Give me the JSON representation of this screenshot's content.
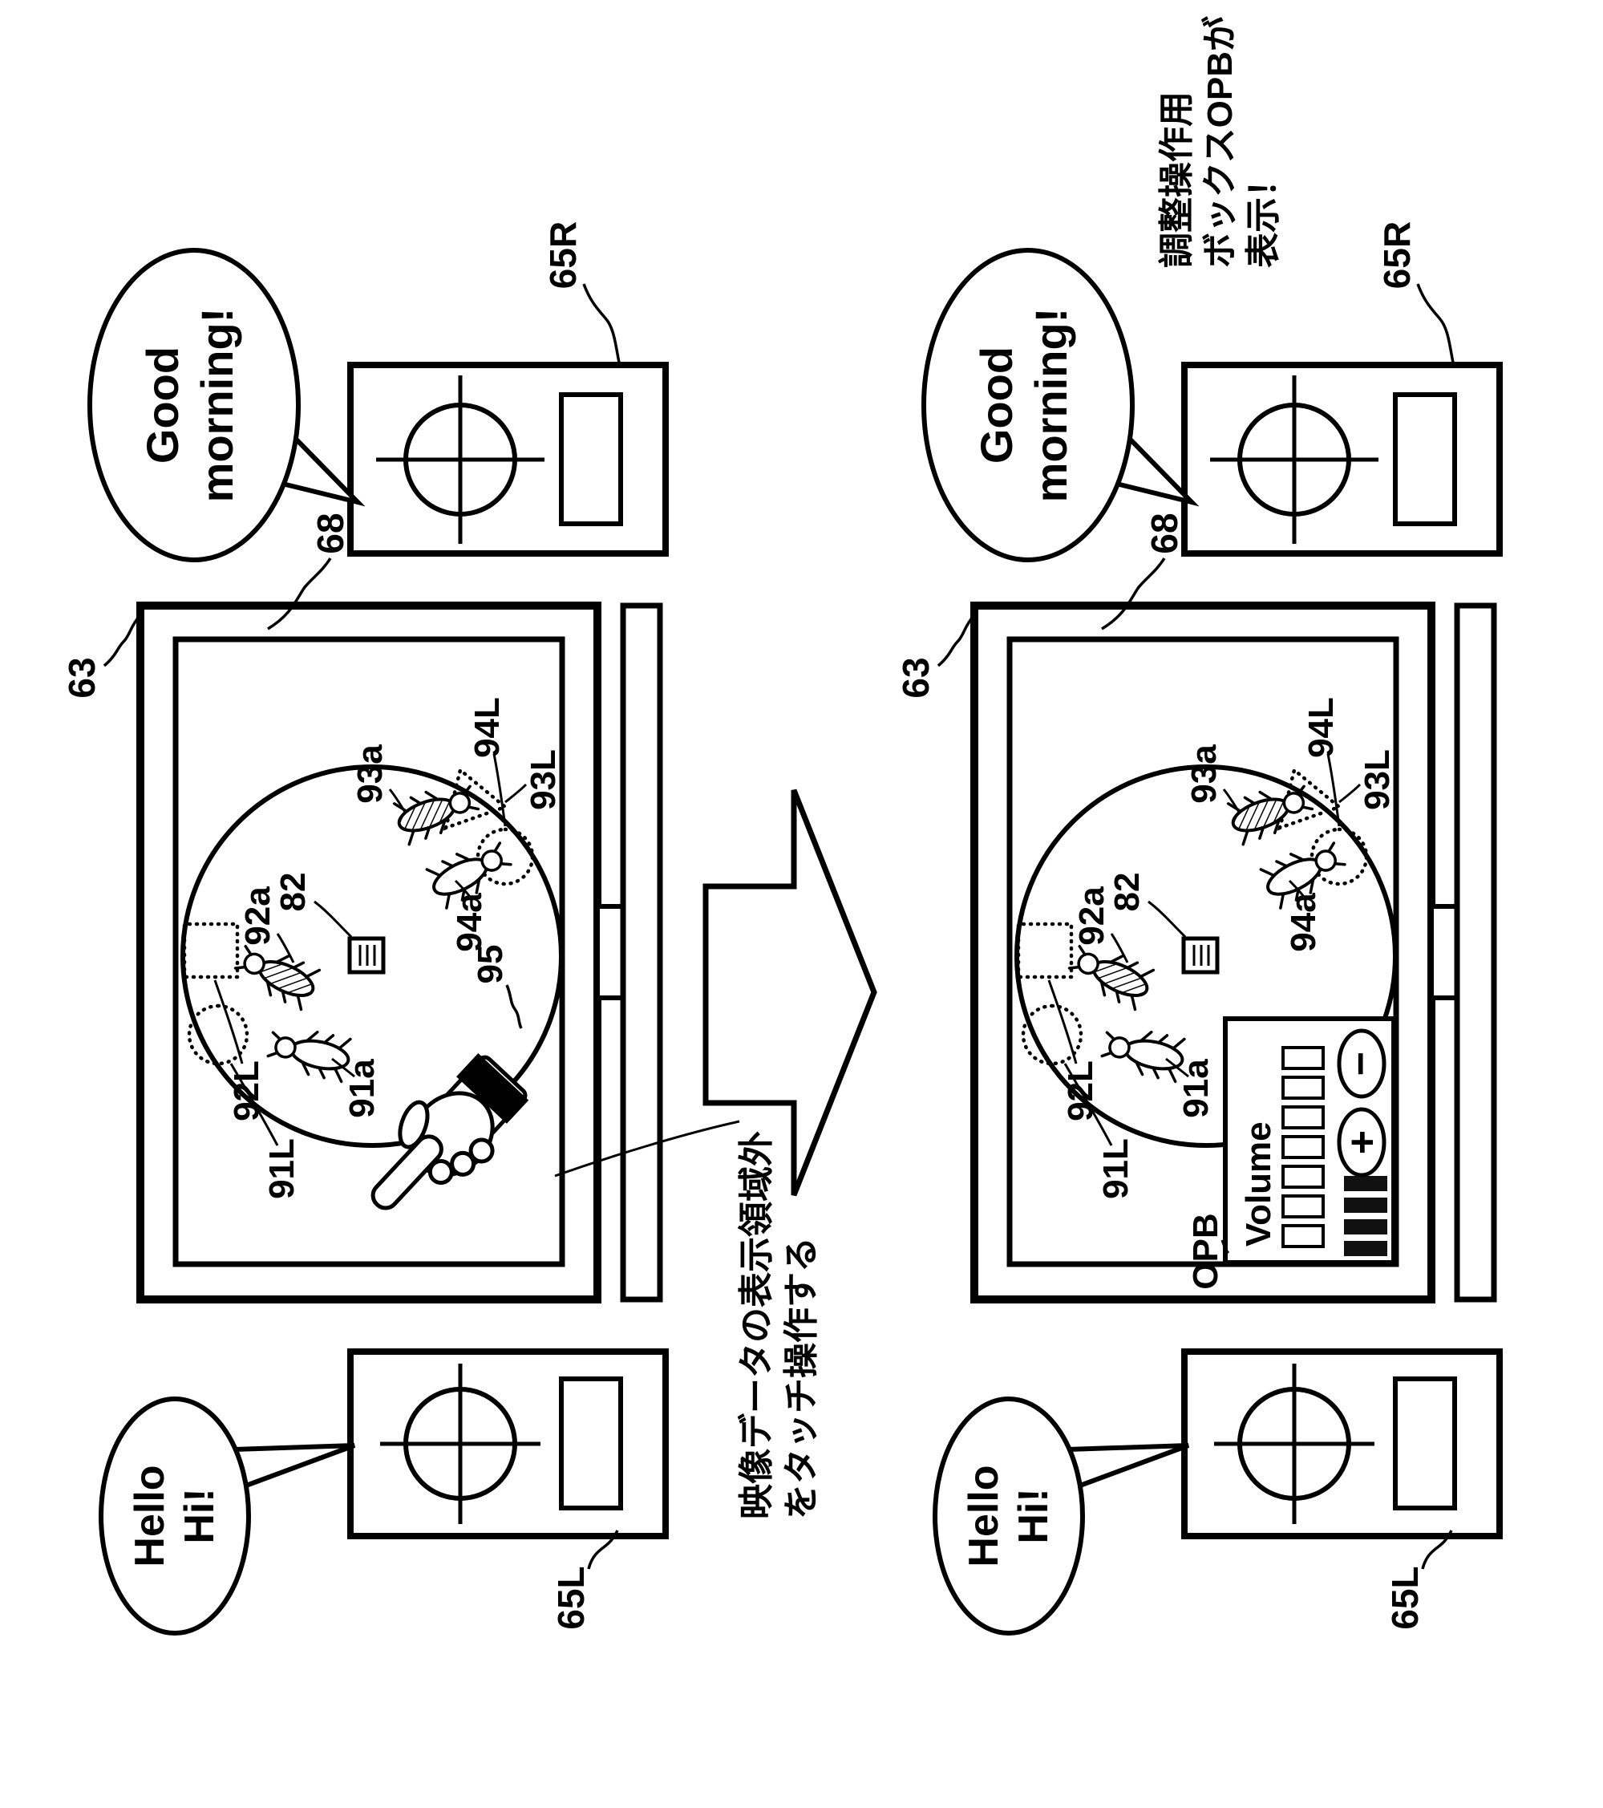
{
  "figure": {
    "speech": {
      "right": [
        "Good",
        "morning!"
      ],
      "left": [
        "Hello",
        "Hi!"
      ]
    },
    "refs": {
      "tv": "63",
      "screen": "68",
      "speaker_right": "65R",
      "speaker_left": "65L",
      "device": "82",
      "hand": "95",
      "opb": "OPB",
      "a91": "91a",
      "a92": "92a",
      "a93": "93a",
      "a94": "94a",
      "r91": "91L",
      "r92": "92L",
      "r93": "93L",
      "r94": "94L"
    },
    "notes": {
      "touch": [
        "映像データの表示領域外",
        "をタッチ操作する"
      ],
      "opb": [
        "調整操作用",
        "ボックスOPBが",
        "表示！"
      ]
    },
    "volume": {
      "title": "Volume",
      "plus": "+",
      "minus": "−"
    },
    "colors": {
      "ink": "#000000",
      "paper": "#ffffff"
    }
  }
}
